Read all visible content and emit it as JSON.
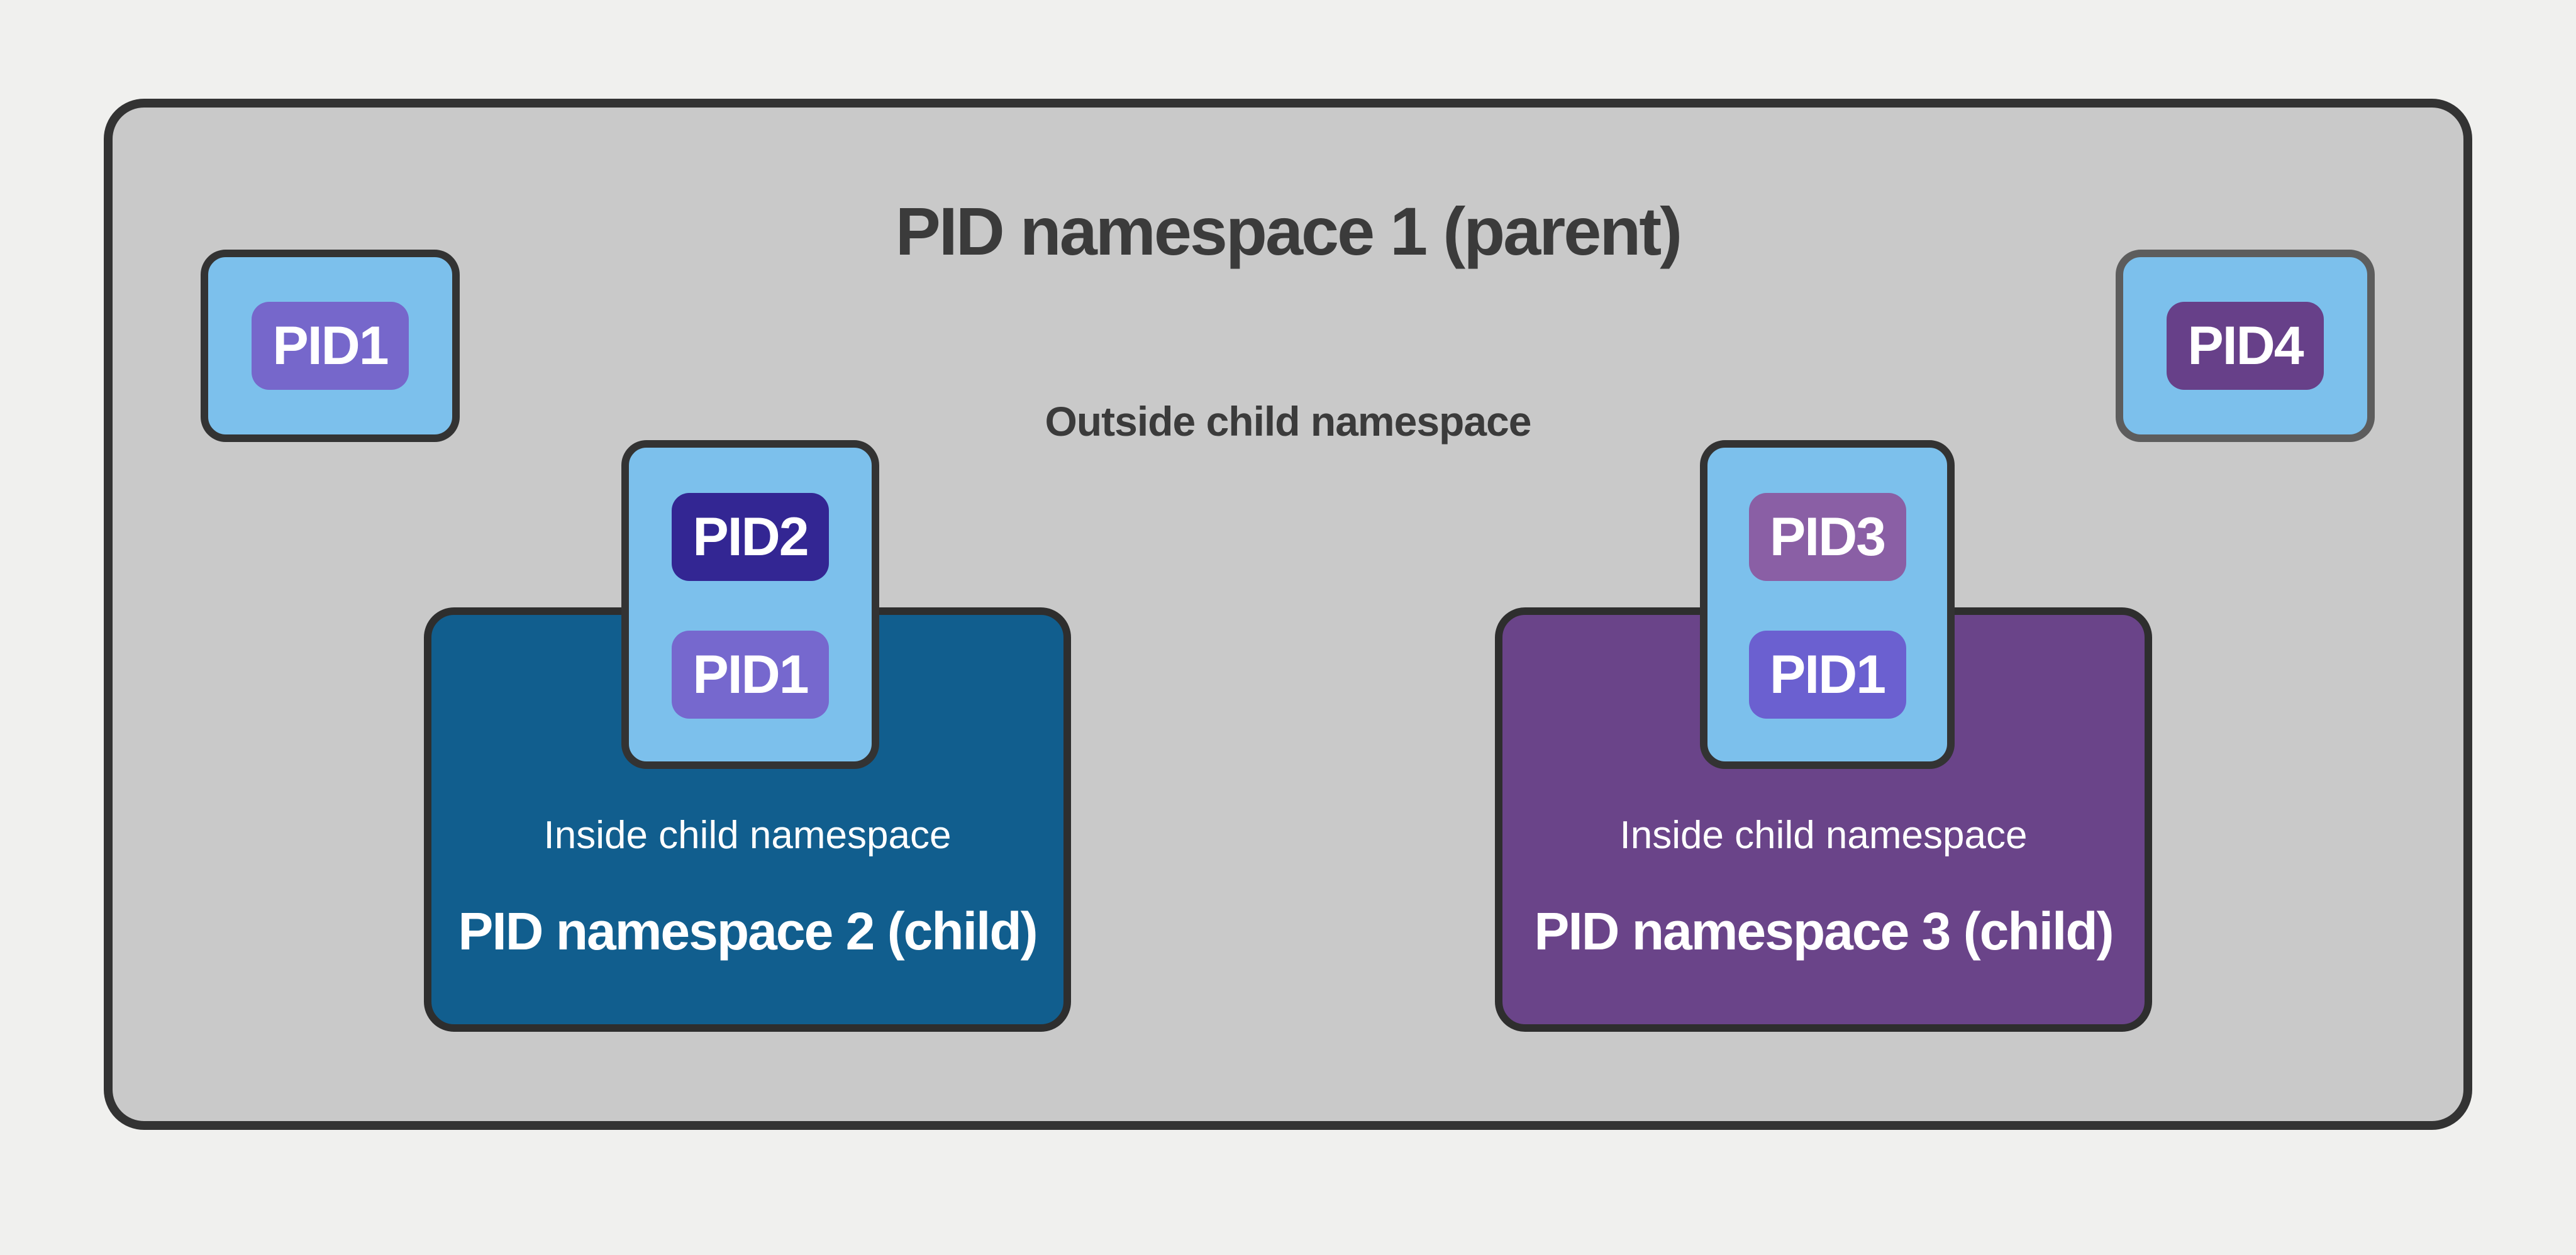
{
  "diagram": {
    "parent_namespace": {
      "title": "PID namespace 1 (parent)",
      "region_label": "Outside child namespace",
      "processes": [
        {
          "label": "PID1"
        },
        {
          "label": "PID4"
        }
      ]
    },
    "bridge_processes": {
      "left": {
        "outer_pid": "PID2",
        "inner_pid": "PID1"
      },
      "right": {
        "outer_pid": "PID3",
        "inner_pid": "PID1"
      }
    },
    "child_namespaces": [
      {
        "region_label": "Inside child namespace",
        "title": "PID namespace 2 (child)"
      },
      {
        "region_label": "Inside child namespace",
        "title": "PID namespace 3 (child)"
      }
    ]
  },
  "colors": {
    "page_bg": "#f0f0ee",
    "parent_fill": "#c9c9c9",
    "parent_border": "#333333",
    "heading_text": "#3b3b3b",
    "process_fill": "#7cc0ec",
    "process_border": "#333333",
    "process_border_gray": "#5d5d5d",
    "badge_text": "#ffffff",
    "badge_pid1_parent": "#7667cb",
    "badge_pid2": "#332693",
    "badge_pid1_left": "#7668ce",
    "badge_pid3": "#8a5fa5",
    "badge_pid1_right": "#6b60d0",
    "badge_pid4": "#674089",
    "ns2_fill": "#115e8e",
    "ns3_fill": "#6a4489",
    "ns_border": "#2e2e2e",
    "ns_text": "#ffffff"
  }
}
